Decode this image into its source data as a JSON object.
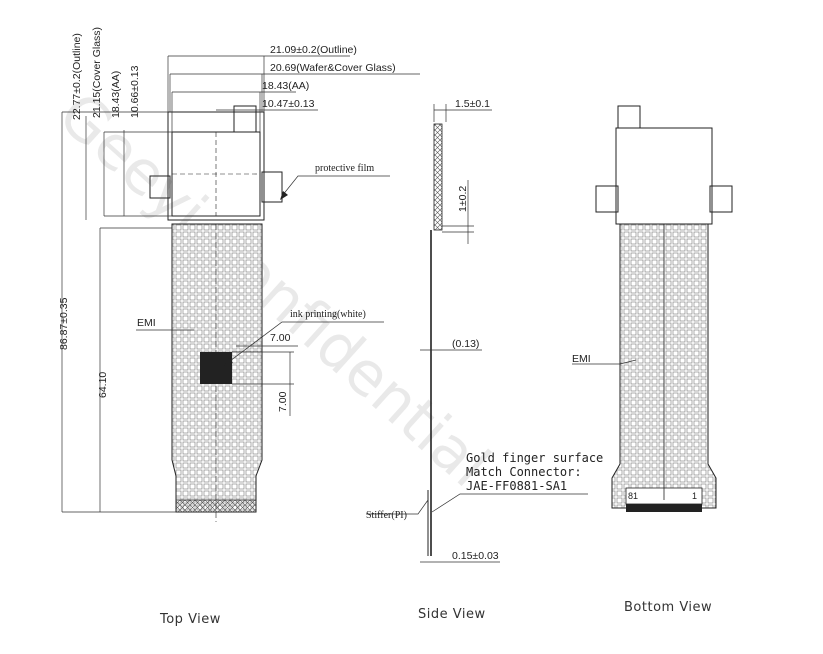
{
  "watermark": "Geeyi Confidential",
  "top_view": {
    "title": "Top View",
    "dims": {
      "outline_w": "21.09±0.2(Outline)",
      "wafer_w": "20.69(Wafer&Cover Glass)",
      "aa_w": "18.43(AA)",
      "inner_w": "10.47±0.13",
      "outline_h": "22.77±0.2(Outline)",
      "glass_h": "21.15(Cover Glass)",
      "aa_h": "18.43(AA)",
      "inner_h": "10.66±0.13",
      "total_len": "86.87±0.35",
      "fpc_len": "64.10",
      "ink_w": "7.00",
      "ink_h": "7.00"
    },
    "labels": {
      "protective_film": "protective film",
      "ink_printing": "ink printing(white)",
      "emi": "EMI"
    }
  },
  "side_view": {
    "title": "Side View",
    "dims": {
      "top_thick": "1.5±0.1",
      "glass_thick": "1±0.2",
      "fpc_thick": "(0.13)",
      "bottom_thick": "0.15±0.03"
    },
    "labels": {
      "stiffer": "Stiffer(PI)",
      "gold_line1": "Gold finger surface",
      "gold_line2": "Match Connector:",
      "gold_line3": "JAE-FF0881-SA1"
    }
  },
  "bottom_view": {
    "title": "Bottom View",
    "labels": {
      "emi": "EMI",
      "pin_left": "81",
      "pin_right": "1"
    }
  }
}
